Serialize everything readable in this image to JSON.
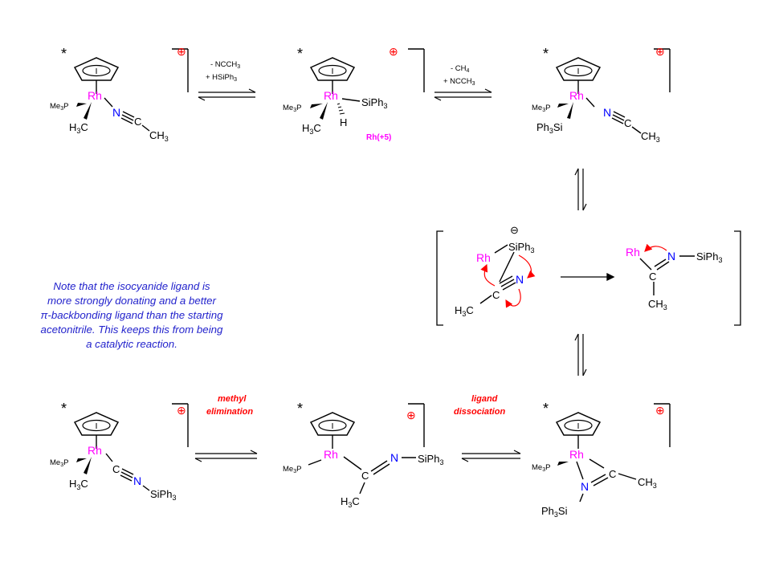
{
  "labels": {
    "rh": "Rh",
    "me3p": "Me",
    "me3p_sub": "3",
    "me3p_p": "P",
    "h3c_h": "H",
    "h3c_sub": "3",
    "h3c_c": "C",
    "ch3_ch": "CH",
    "ch3_sub": "3",
    "n": "N",
    "c": "C",
    "h": "H",
    "siph3": "SiPh",
    "ph3si_ph": "Ph",
    "ph3si_si": "Si",
    "star": "*",
    "plus": "⊕",
    "minus": "⊖",
    "oxidation": "Rh(+5)"
  },
  "conditions": {
    "step1_line1": "- NCCH",
    "step1_line1_sub": "3",
    "step1_line2": "+ HSiPh",
    "step1_line2_sub": "3",
    "step2_line1": "- CH",
    "step2_line1_sub": "4",
    "step2_line2": "+ NCCH",
    "step2_line2_sub": "3",
    "methyl_elim_1": "methyl",
    "methyl_elim_2": "elimination",
    "ligand_diss_1": "ligand",
    "ligand_diss_2": "dissociation"
  },
  "note": [
    "Note that the isocyanide ligand is",
    "more strongly donating and a better",
    "π-backbonding ligand than the starting",
    "acetonitrile.  This keeps this from being",
    "a catalytic reaction."
  ]
}
